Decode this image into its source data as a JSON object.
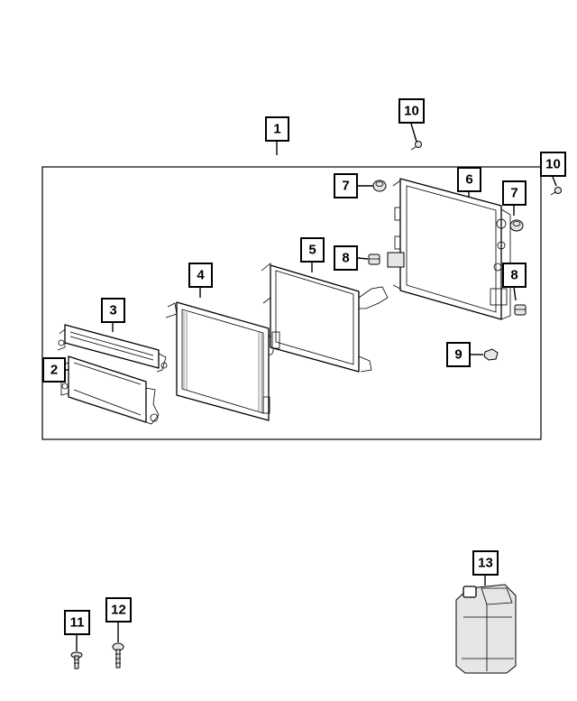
{
  "diagram": {
    "callouts": [
      {
        "id": "c1",
        "label": "1"
      },
      {
        "id": "c2",
        "label": "2"
      },
      {
        "id": "c3",
        "label": "3"
      },
      {
        "id": "c4",
        "label": "4"
      },
      {
        "id": "c5",
        "label": "5"
      },
      {
        "id": "c6",
        "label": "6"
      },
      {
        "id": "c7a",
        "label": "7"
      },
      {
        "id": "c7b",
        "label": "7"
      },
      {
        "id": "c8a",
        "label": "8"
      },
      {
        "id": "c8b",
        "label": "8"
      },
      {
        "id": "c9",
        "label": "9"
      },
      {
        "id": "c10a",
        "label": "10"
      },
      {
        "id": "c10b",
        "label": "10"
      },
      {
        "id": "c11",
        "label": "11"
      },
      {
        "id": "c12",
        "label": "12"
      },
      {
        "id": "c13",
        "label": "13"
      }
    ]
  }
}
